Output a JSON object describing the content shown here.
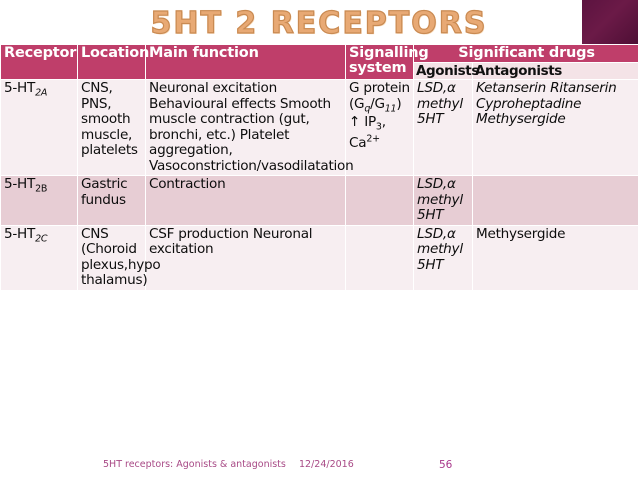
{
  "slide": {
    "title": "5HT 2 RECEPTORS",
    "title_color": "#f3b077",
    "corner_color": "#5c1340",
    "header_color": "#bf3e6a",
    "row_light_color": "#f7eef1",
    "row_dark_color": "#e7cdd4"
  },
  "table": {
    "headers": {
      "receptor": "Receptor",
      "location": "Location",
      "main_function": "Main function",
      "signalling_system": "Signalling system",
      "significant_drugs": "Significant drugs",
      "agonists": "Agonists",
      "antagonists": "Antagonists"
    },
    "rows": [
      {
        "receptor_base": "5-HT",
        "receptor_sub": "2A",
        "location": "CNS, PNS, smooth muscle, platelets",
        "main_function": "Neuronal excitation Behavioural effects Smooth muscle contraction (gut, bronchi, etc.) Platelet aggregation, Vasoconstriction/vasodilatation",
        "signalling_line1": "G protein",
        "signalling_line2_pre": "(G",
        "signalling_line2_sub1": "q",
        "signalling_line2_mid": "/G",
        "signalling_line2_sub2": "11",
        "signalling_line2_post": ")",
        "signalling_line3_pre": "↑ IP",
        "signalling_line3_sub": "3",
        "signalling_line3_post": ",",
        "signalling_line4_pre": "Ca",
        "signalling_line4_sup": "2+",
        "agonists": "LSD,α methyl 5HT",
        "antagonists": "Ketanserin Ritanserin Cyproheptadine Methysergide"
      },
      {
        "receptor_base": "5-HT",
        "receptor_sub": "2B",
        "location": "Gastric fundus",
        "main_function": "Contraction",
        "signalling_line1": "",
        "agonists": "LSD,α methyl 5HT",
        "antagonists": ""
      },
      {
        "receptor_base": "5-HT",
        "receptor_sub": "2C",
        "location": "CNS (Choroid plexus,hypo thalamus)",
        "main_function": "CSF production Neuronal excitation",
        "signalling_line1": "",
        "agonists": "LSD,α methyl 5HT",
        "antagonists": "Methysergide"
      }
    ]
  },
  "footer": {
    "label": "5HT receptors: Agonists & antagonists",
    "date": "12/24/2016",
    "page": "56"
  }
}
